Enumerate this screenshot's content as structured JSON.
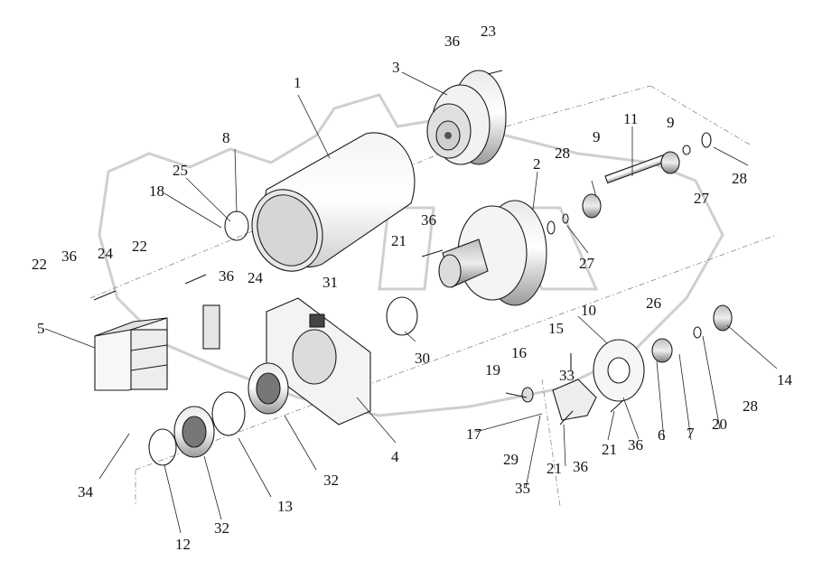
{
  "diagram": {
    "corner_mark": "",
    "callouts": [
      "1",
      "2",
      "3",
      "4",
      "5",
      "6",
      "7",
      "8",
      "9",
      "10",
      "11",
      "12",
      "13",
      "14",
      "15",
      "16",
      "17",
      "18",
      "19",
      "20",
      "21",
      "22",
      "23",
      "24",
      "25",
      "26",
      "27",
      "28",
      "29",
      "30",
      "31",
      "32",
      "33",
      "34",
      "35",
      "36"
    ]
  }
}
